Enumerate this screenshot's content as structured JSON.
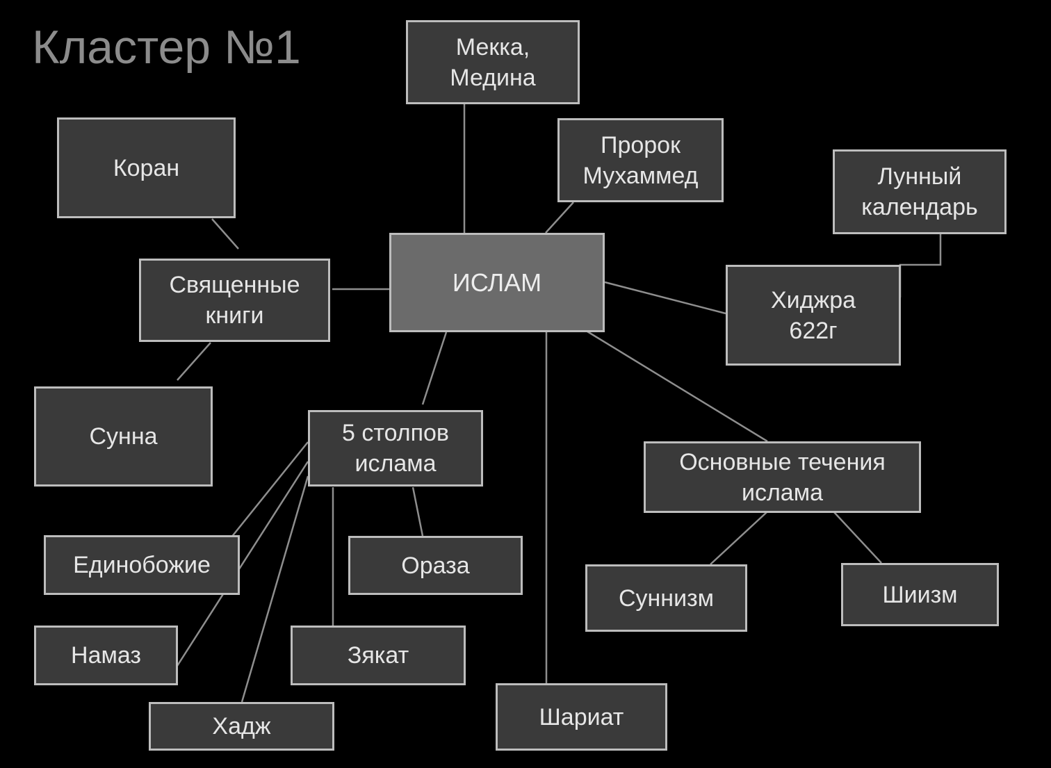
{
  "title": "Кластер №1",
  "colors": {
    "background": "#000000",
    "node_fill": "#3a3a3a",
    "center_fill": "#6b6b6b",
    "border": "#bdbdbd",
    "text": "#e6e6e6",
    "link": "#8e8e8e"
  },
  "nodes": {
    "center": "ИСЛАМ",
    "mecca": "Мекка,\nМедина",
    "prophet": "Пророк\nМухаммед",
    "lunar": "Лунный\nкалендарь",
    "quran": "Коран",
    "holy_books": "Священные\nкниги",
    "hijra": "Хиджра\n622г",
    "sunna": "Сунна",
    "pillars": "5 столпов\nислама",
    "branches": "Основные течения\nислама",
    "monotheism": "Единобожие",
    "uraza": "Ораза",
    "sunnism": "Суннизм",
    "shiism": "Шиизм",
    "namaz": "Намаз",
    "zakat": "Зякат",
    "hajj": "Хадж",
    "sharia": "Шариат"
  }
}
